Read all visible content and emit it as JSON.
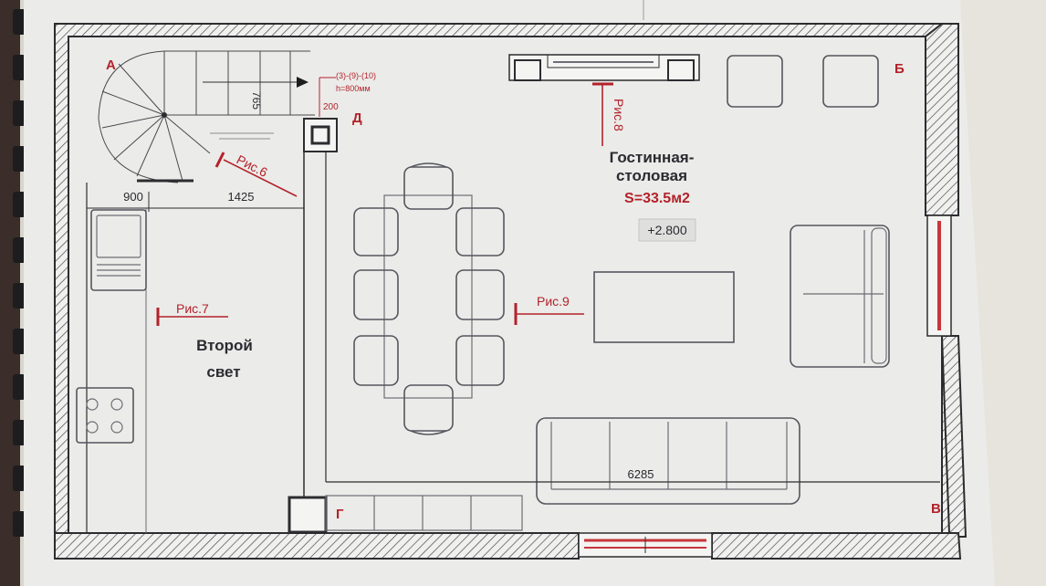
{
  "rooms": {
    "living_name_line1": "Гостинная-",
    "living_name_line2": "столовая",
    "living_area": "S=33.5м2",
    "level": "+2.800",
    "second_light_line1": "Второй",
    "second_light_line2": "свет"
  },
  "corners": {
    "a": "А",
    "b": "Б",
    "v": "В",
    "g": "Г",
    "d": "Д"
  },
  "dimensions": {
    "d900": "900",
    "d1425": "1425",
    "d6285": "6285",
    "d765": "765",
    "d200": "200",
    "stair_note1": "(3)-(9)-(10)",
    "stair_note2": "h=800мм"
  },
  "views": {
    "ris6": "Рис.6",
    "ris7": "Рис.7",
    "ris8": "Рис.8",
    "ris9": "Рис.9"
  },
  "colors": {
    "paper": "#ebebe9",
    "wall_outline": "#2c2c30",
    "annotation_red": "#b3222a",
    "window_red": "#c8363c"
  }
}
